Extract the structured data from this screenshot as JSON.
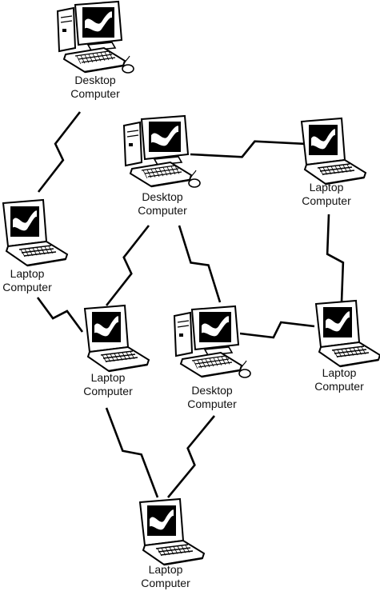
{
  "nodes": [
    {
      "id": "desktop-top",
      "kind": "desktop",
      "label": [
        "Desktop",
        "Computer"
      ]
    },
    {
      "id": "desktop-center",
      "kind": "desktop",
      "label": [
        "Desktop",
        "Computer"
      ]
    },
    {
      "id": "laptop-right-top",
      "kind": "laptop",
      "label": [
        "Laptop",
        "Computer"
      ]
    },
    {
      "id": "laptop-left",
      "kind": "laptop",
      "label": [
        "Laptop",
        "Computer"
      ]
    },
    {
      "id": "laptop-mid-left",
      "kind": "laptop",
      "label": [
        "Laptop",
        "Computer"
      ]
    },
    {
      "id": "desktop-mid-right",
      "kind": "desktop",
      "label": [
        "Desktop",
        "Computer"
      ]
    },
    {
      "id": "laptop-right-mid",
      "kind": "laptop",
      "label": [
        "Laptop",
        "Computer"
      ]
    },
    {
      "id": "laptop-bottom",
      "kind": "laptop",
      "label": [
        "Laptop",
        "Computer"
      ]
    }
  ],
  "links": [
    {
      "from": "desktop-top",
      "to": "laptop-left"
    },
    {
      "from": "desktop-center",
      "to": "laptop-right-top"
    },
    {
      "from": "desktop-center",
      "to": "laptop-mid-left"
    },
    {
      "from": "desktop-center",
      "to": "desktop-mid-right"
    },
    {
      "from": "laptop-right-top",
      "to": "laptop-right-mid"
    },
    {
      "from": "laptop-left",
      "to": "laptop-mid-left"
    },
    {
      "from": "desktop-mid-right",
      "to": "laptop-right-mid"
    },
    {
      "from": "laptop-mid-left",
      "to": "laptop-bottom"
    },
    {
      "from": "desktop-mid-right",
      "to": "laptop-bottom"
    }
  ],
  "colors": {
    "ink": "#000000",
    "paper": "#ffffff",
    "screen": "#000000"
  },
  "link_style": "lightning-bolt",
  "device_icons": {
    "desktop": "desktop-computer-icon",
    "laptop": "laptop-computer-icon"
  }
}
